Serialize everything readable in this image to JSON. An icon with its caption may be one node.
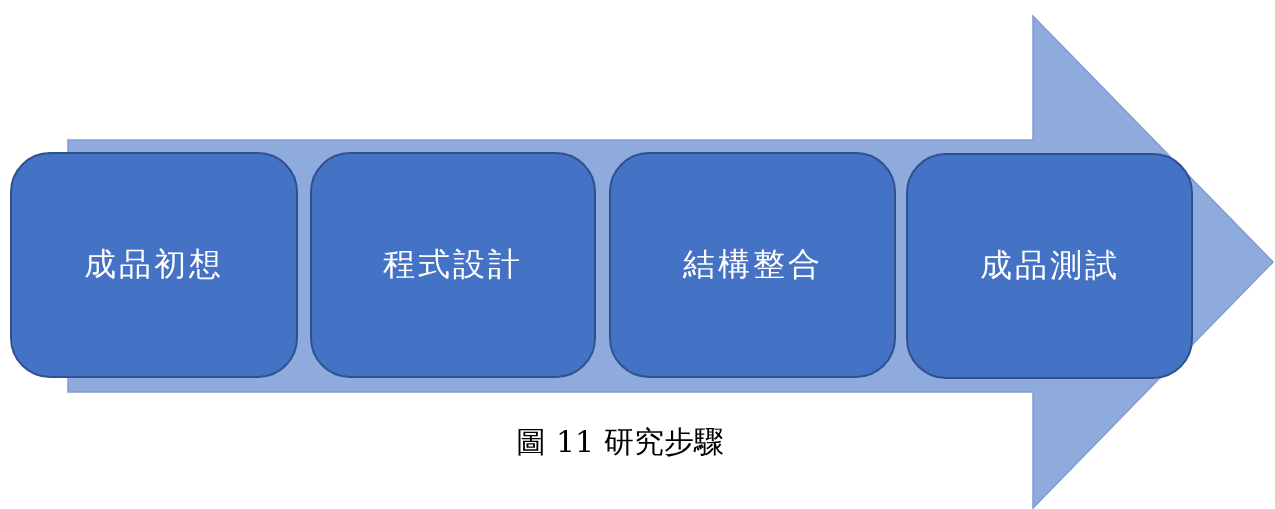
{
  "diagram": {
    "caption": "圖 11 研究步驟",
    "nodes": [
      {
        "text": [
          "成品初想"
        ]
      },
      {
        "text": [
          "程式設計"
        ]
      },
      {
        "text": [
          "結構整合"
        ]
      },
      {
        "text": [
          "成品測試"
        ]
      }
    ]
  }
}
